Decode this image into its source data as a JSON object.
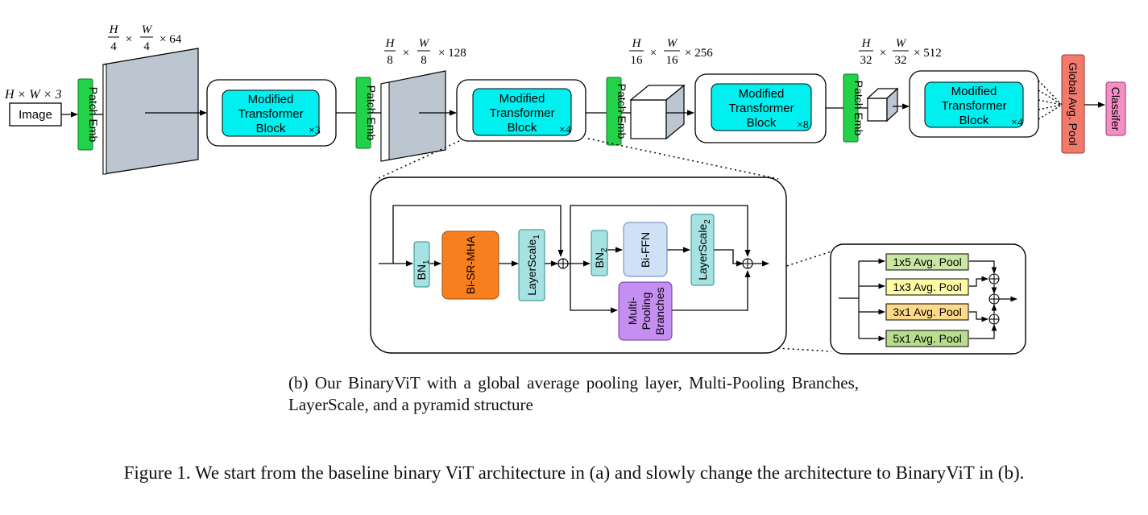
{
  "stages": {
    "input_dim": "H × W × 3",
    "image_label": "Image",
    "patch_emb_label": "Patch Emb",
    "stage1_dim": {
      "numerator_a": "H",
      "denominator_a": "4",
      "numerator_b": "W",
      "denominator_b": "4",
      "channels": "× 64"
    },
    "stage2_dim": {
      "numerator_a": "H",
      "denominator_a": "8",
      "numerator_b": "W",
      "denominator_b": "8",
      "channels": "× 128"
    },
    "stage3_dim": {
      "numerator_a": "H",
      "denominator_a": "16",
      "numerator_b": "W",
      "denominator_b": "16",
      "channels": "× 256"
    },
    "stage4_dim": {
      "numerator_a": "H",
      "denominator_a": "32",
      "numerator_b": "W",
      "denominator_b": "32",
      "channels": "× 512"
    },
    "times_sign": "×",
    "block_line1": "Modified",
    "block_line2": "Transformer",
    "block_line3": "Block",
    "repeats": [
      "×3",
      "×4",
      "×8",
      "×4"
    ],
    "global_pool_label": "Global Avg. Pool",
    "classifier_label": "Classifer"
  },
  "block_detail": {
    "bn1": "BN",
    "bn1_sub": "1",
    "attention": "Bi-SR-MHA",
    "layerscale1": "LayerScale",
    "layerscale1_sub": "1",
    "bn2": "BN",
    "bn2_sub": "2",
    "ffn": "Bi-FFN",
    "layerscale2": "LayerScale",
    "layerscale2_sub": "2",
    "multi_pool_line1": "Multi-",
    "multi_pool_line2": "Pooling",
    "multi_pool_line3": "Branches",
    "plus": "⊕"
  },
  "pooling_detail": {
    "branches": [
      "1x5 Avg. Pool",
      "1x3 Avg. Pool",
      "3x1 Avg. Pool",
      "5x1 Avg. Pool"
    ]
  },
  "colors": {
    "patch_emb": "#22d34a",
    "block_fill": "#00f0f0",
    "feature_map": "#bcc6d1",
    "global_pool": "#f07a6c",
    "classifier": "#f48fc4",
    "bn": "#a6e2e2",
    "attention": "#f97f1e",
    "ffn": "#cfe0f7",
    "multi_pool": "#c58ff2",
    "pool_1x5": "#c9e6a4",
    "pool_1x3": "#fdfba4",
    "pool_3x1": "#fdd98a",
    "pool_5x1": "#b8dd8c"
  },
  "captions": {
    "sub": "(b) Our BinaryViT with a global average pooling layer, Multi-Pooling Branches, LayerScale, and a pyramid structure",
    "main": "Figure 1. We start from the baseline binary ViT architecture in (a) and slowly change the architecture to BinaryViT in (b)."
  }
}
